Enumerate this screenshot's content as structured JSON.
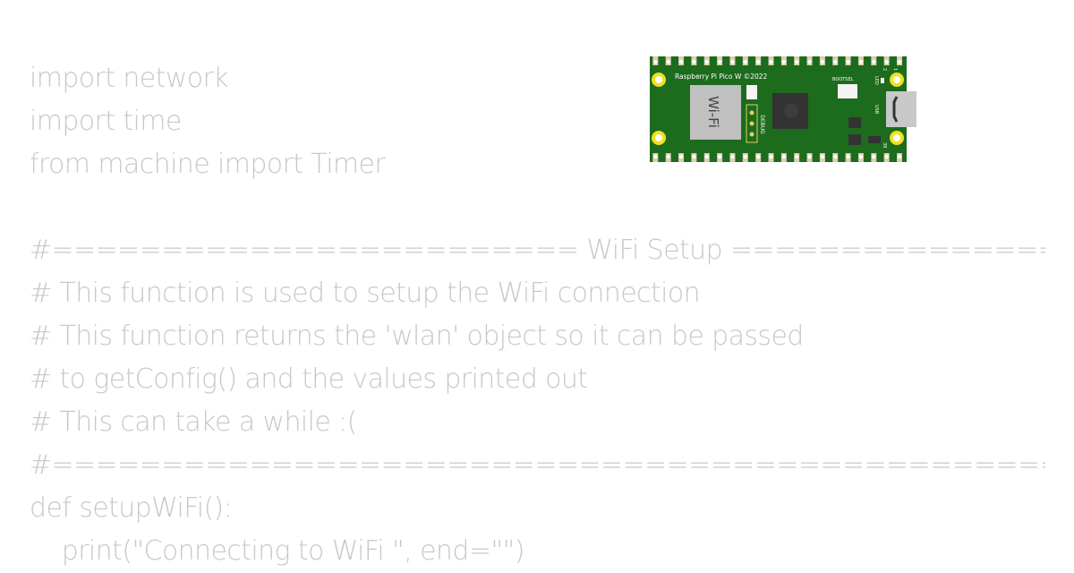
{
  "code_lines": [
    "import network",
    "import time",
    "from machine import Timer",
    "",
    "#======================== WiFi Setup ==========================",
    "# This function is used to setup the WiFi connection",
    "# This function returns the 'wlan' object so it can be passed",
    "# to getConfig() and the values printed out",
    "# This can take a while :(",
    "#==============================================================",
    "def setupWiFi():",
    "    print(\"Connecting to WiFi \", end=\"\")"
  ],
  "board": {
    "name": "Raspberry Pi Pico W",
    "silkscreen": "Raspberry Pi Pico W ©2022",
    "labels": {
      "led": "LED",
      "usb": "USB",
      "bootsel": "BOOTSEL",
      "debug": "DEBUG",
      "wifi": "Wi-Fi",
      "pin1": "1",
      "pin2": "2",
      "pin39": "39"
    },
    "colors": {
      "pcb": "#1d6b1d",
      "pad": "#f0e020",
      "wifi_module": "#c0c0c0",
      "chip": "#333333"
    }
  }
}
